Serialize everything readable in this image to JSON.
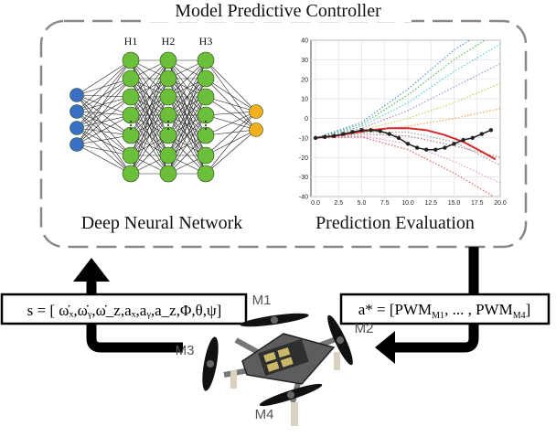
{
  "title": "Model Predictive Controller",
  "network": {
    "layer_labels": [
      "H1",
      "H2",
      "H3"
    ],
    "caption": "Deep Neural Network",
    "input_color": "#3a6fc4",
    "hidden_color": "#6cbf3a",
    "output_color": "#f2b01e"
  },
  "prediction": {
    "caption": "Prediction Evaluation"
  },
  "chart_data": {
    "type": "line",
    "xlim": [
      -0.5,
      20.0
    ],
    "ylim": [
      -40,
      40
    ],
    "xticks": [
      "0.0",
      "2.5",
      "5.0",
      "7.5",
      "10.0",
      "12.5",
      "15.0",
      "17.5",
      "20.0"
    ],
    "yticks": [
      "40",
      "30",
      "20",
      "10",
      "0",
      "-10",
      "-20",
      "-30",
      "-40"
    ],
    "grid": true,
    "series": [
      {
        "style": "red-solid",
        "color": "#d62728",
        "x": [
          0,
          2,
          4,
          6,
          8,
          10,
          12,
          14,
          16,
          18,
          19.5
        ],
        "y": [
          -10,
          -9,
          -7.5,
          -6,
          -5,
          -5,
          -6,
          -8.5,
          -12,
          -17,
          -21
        ]
      },
      {
        "style": "black-markers",
        "color": "#222222",
        "x": [
          0,
          1,
          2,
          3,
          4,
          5,
          6,
          7,
          8,
          9,
          10,
          11,
          12,
          13,
          14,
          15,
          16,
          17,
          18,
          19
        ],
        "y": [
          -10,
          -9.5,
          -9,
          -8,
          -7,
          -6,
          -6,
          -6.5,
          -8,
          -10,
          -13,
          -15,
          -16,
          -16,
          -15,
          -13,
          -11,
          -10,
          -8,
          -6
        ]
      },
      {
        "style": "dotted",
        "color": "#2ca02c",
        "x": [
          0,
          5,
          10,
          15,
          20
        ],
        "y": [
          -10,
          -3,
          12,
          30,
          45
        ]
      },
      {
        "style": "dotted",
        "color": "#1f77b4",
        "x": [
          0,
          5,
          10,
          15,
          20
        ],
        "y": [
          -10,
          -2,
          15,
          35,
          50
        ]
      },
      {
        "style": "dotted",
        "color": "#17becf",
        "x": [
          0,
          5,
          10,
          15,
          20
        ],
        "y": [
          -10,
          -4,
          8,
          24,
          38
        ]
      },
      {
        "style": "dotted",
        "color": "#9467bd",
        "x": [
          0,
          5,
          10,
          15,
          20
        ],
        "y": [
          -10,
          -5,
          4,
          16,
          28
        ]
      },
      {
        "style": "dotted",
        "color": "#bcbd22",
        "x": [
          0,
          5,
          10,
          15,
          20
        ],
        "y": [
          -10,
          -6,
          0,
          8,
          18
        ]
      },
      {
        "style": "dotted",
        "color": "#ff7f0e",
        "x": [
          0,
          5,
          10,
          15,
          20
        ],
        "y": [
          -10,
          -7,
          -4,
          0,
          5
        ]
      },
      {
        "style": "dotted",
        "color": "#8c564b",
        "x": [
          0,
          5,
          10,
          15,
          20
        ],
        "y": [
          -10,
          -8,
          -9,
          -14,
          -20
        ]
      },
      {
        "style": "dotted",
        "color": "#e377c2",
        "x": [
          0,
          5,
          10,
          15,
          20
        ],
        "y": [
          -10,
          -9,
          -13,
          -22,
          -33
        ]
      },
      {
        "style": "dotted",
        "color": "#d62728",
        "x": [
          0,
          5,
          10,
          15,
          20
        ],
        "y": [
          -10,
          -9.5,
          -16,
          -28,
          -42
        ]
      },
      {
        "style": "dotted",
        "color": "#7f7f7f",
        "x": [
          0,
          5,
          10,
          15,
          20
        ],
        "y": [
          -10,
          -7,
          -7,
          -12,
          -24
        ]
      }
    ]
  },
  "state_label": "s = [ ω̇ₓ,ω̇ᵧ,ω̇_z,aₓ,aᵧ,a_z,Φ,θ,ψ]",
  "action_label": {
    "prefix": "a* = [PWM",
    "sub1": "M1",
    "middle": ", ... , PWM",
    "sub2": "M4",
    "suffix": "]"
  },
  "motors": [
    "M1",
    "M2",
    "M3",
    "M4"
  ]
}
